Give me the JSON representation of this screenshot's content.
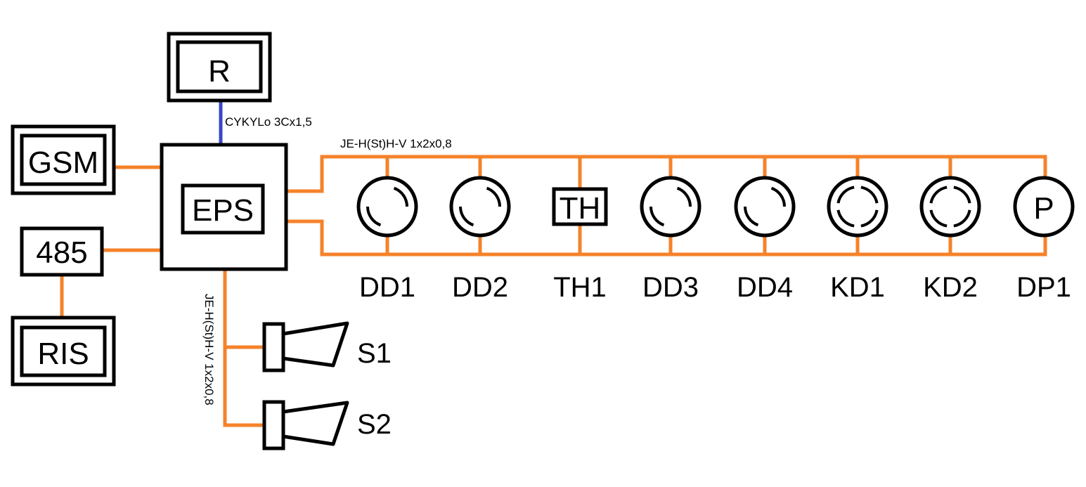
{
  "colors": {
    "bus_wire": "#f5822a",
    "power_wire": "#3b48c8",
    "outline": "#000000",
    "background": "#ffffff"
  },
  "blocks": {
    "r": "R",
    "gsm": "GSM",
    "eps": "EPS",
    "rs485": "485",
    "ris": "RIS"
  },
  "cables": {
    "power": "CYKYLo 3Cx1,5",
    "loop": "JE-H(St)H-V 1x2x0,8",
    "sirens": "JE-H(St)H-V 1x2x0,8"
  },
  "detectors": [
    {
      "label": "DD1",
      "type": "smoke-detector",
      "symbol": ""
    },
    {
      "label": "DD2",
      "type": "smoke-detector",
      "symbol": ""
    },
    {
      "label": "TH1",
      "type": "heat-detector",
      "symbol": "TH"
    },
    {
      "label": "DD3",
      "type": "smoke-detector",
      "symbol": ""
    },
    {
      "label": "DD4",
      "type": "smoke-detector",
      "symbol": ""
    },
    {
      "label": "KD1",
      "type": "combined-detector",
      "symbol": ""
    },
    {
      "label": "KD2",
      "type": "combined-detector",
      "symbol": ""
    },
    {
      "label": "DP1",
      "type": "manual-call-point",
      "symbol": "P"
    }
  ],
  "sirens": [
    {
      "label": "S1"
    },
    {
      "label": "S2"
    }
  ]
}
